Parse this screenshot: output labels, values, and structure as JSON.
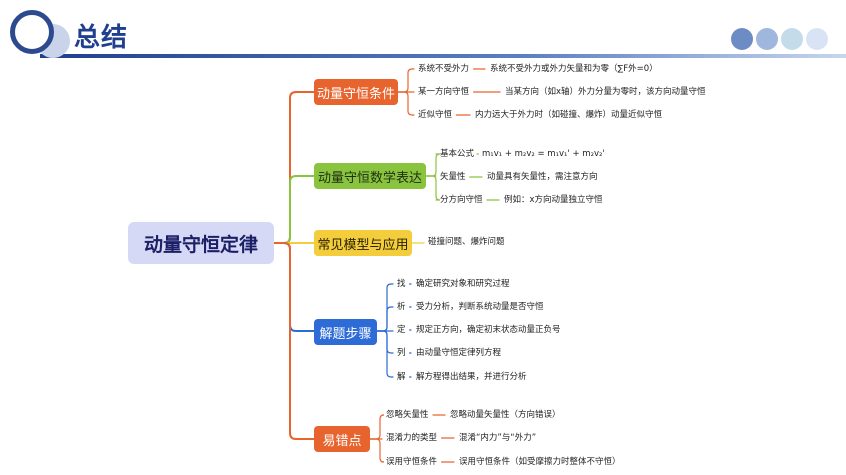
{
  "header": {
    "title": "总结",
    "dot_colors": [
      "#6e8cc4",
      "#9fb7dc",
      "#c2dcea",
      "#d8e4f5"
    ]
  },
  "mindmap": {
    "root": "动量守恒定律",
    "branches": [
      {
        "label": "动量守恒条件",
        "color": "#e8642f",
        "children": [
          {
            "label": "系统不受外力",
            "desc": "系统不受外力或外力矢量和为零（∑F外=0）"
          },
          {
            "label": "某一方向守恒",
            "desc": "当某方向（如x轴）外力分量为零时，该方向动量守恒"
          },
          {
            "label": "近似守恒",
            "desc": "内力远大于外力时（如碰撞、爆炸）动量近似守恒"
          }
        ]
      },
      {
        "label": "动量守恒数学表达",
        "color": "#8ac43f",
        "children": [
          {
            "label": "基本公式",
            "desc": "m₁v₁ + m₂v₂ = m₁v₁' + m₂v₂'"
          },
          {
            "label": "矢量性",
            "desc": "动量具有矢量性，需注意方向"
          },
          {
            "label": "分方向守恒",
            "desc": "例如：x方向动量独立守恒"
          }
        ]
      },
      {
        "label": "常见模型与应用",
        "color": "#f3cd3b",
        "children": [
          {
            "label": "碰撞问题、爆炸问题",
            "desc": ""
          }
        ]
      },
      {
        "label": "解题步骤",
        "color": "#2d6bd6",
        "children": [
          {
            "label": "找",
            "desc": "确定研究对象和研究过程"
          },
          {
            "label": "析",
            "desc": "受力分析，判断系统动量是否守恒"
          },
          {
            "label": "定",
            "desc": "规定正方向，确定初末状态动量正负号"
          },
          {
            "label": "列",
            "desc": "由动量守恒定律列方程"
          },
          {
            "label": "解",
            "desc": "解方程得出结果，并进行分析"
          }
        ]
      },
      {
        "label": "易错点",
        "color": "#e8642f",
        "children": [
          {
            "label": "忽略矢量性",
            "desc": "忽略动量矢量性（方向错误）"
          },
          {
            "label": "混淆力的类型",
            "desc": "混淆“内力”与“外力”"
          },
          {
            "label": "误用守恒条件",
            "desc": "误用守恒条件（如受摩擦力时整体不守恒）"
          }
        ]
      }
    ]
  }
}
